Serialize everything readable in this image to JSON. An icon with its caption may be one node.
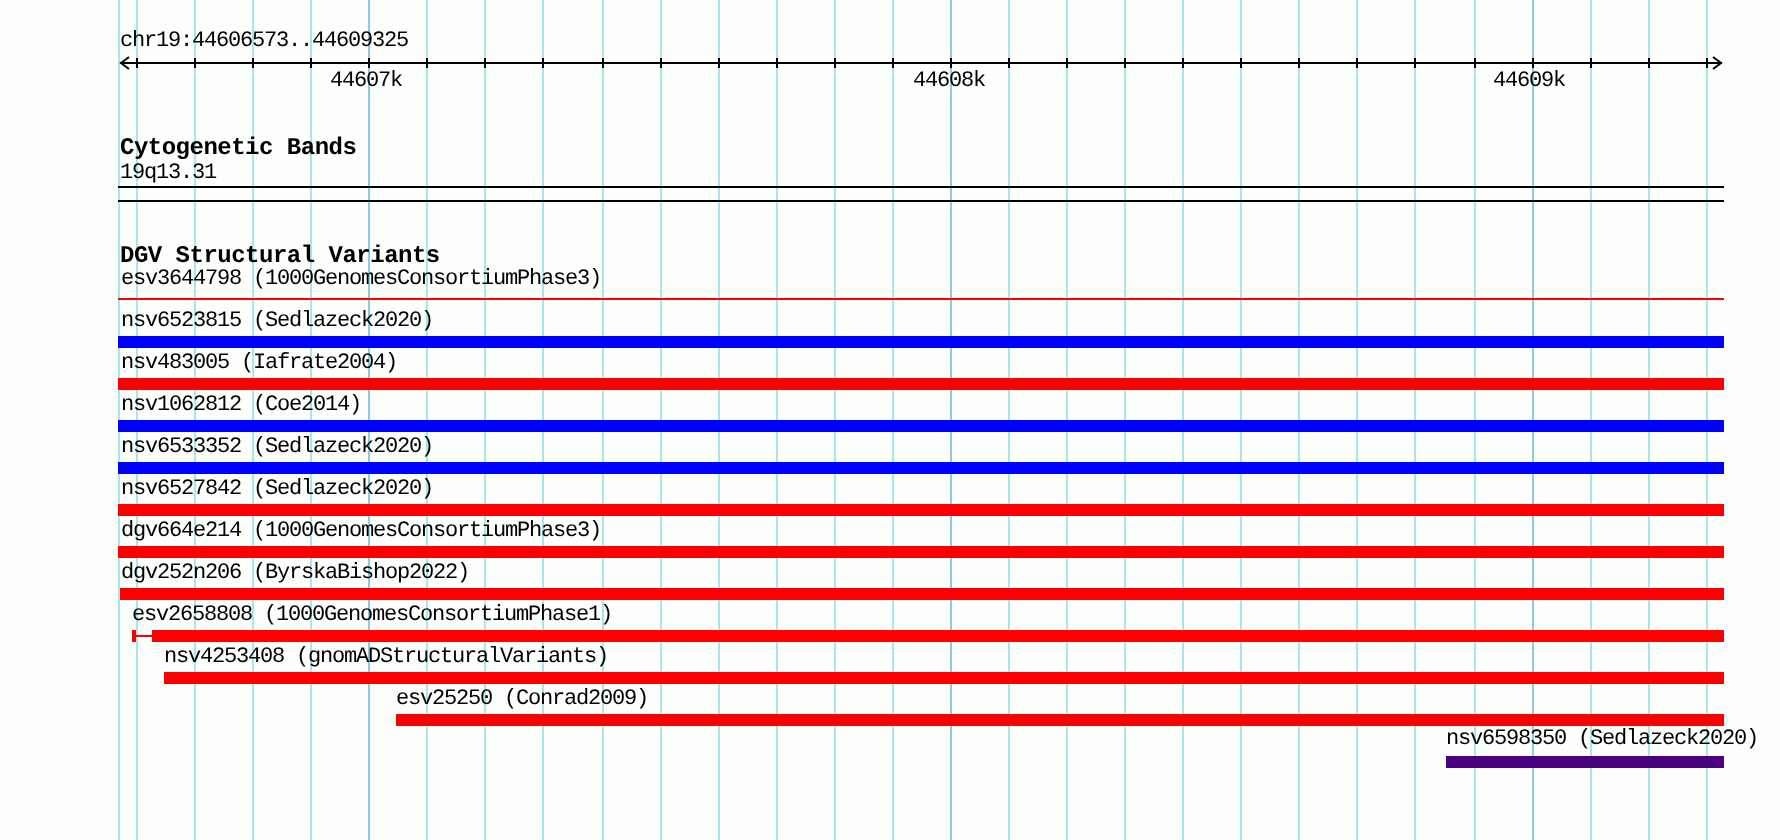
{
  "diagram": {
    "nodes": [
      {
        "text": [
          "19q13.31"
        ]
      },
      {
        "text": [
          "esv3644798 (1000GenomesConsortiumPhase3)"
        ]
      },
      {
        "text": [
          "nsv6523815 (Sedlazeck2020)"
        ]
      },
      {
        "text": [
          "nsv483005 (Iafrate2004)"
        ]
      },
      {
        "text": [
          "nsv1062812 (Coe2014)"
        ]
      },
      {
        "text": [
          "nsv6533352 (Sedlazeck2020)"
        ]
      },
      {
        "text": [
          "nsv6527842 (Sedlazeck2020)"
        ]
      },
      {
        "text": [
          "dgv664e214 (1000GenomesConsortiumPhase3)"
        ]
      },
      {
        "text": [
          "dgv252n206 (ByrskaBishop2022)"
        ]
      },
      {
        "text": [
          "esv2658808 (1000GenomesConsortiumPhase1)"
        ]
      },
      {
        "text": [
          "nsv4253408 (gnomADStructuralVariants)"
        ]
      },
      {
        "text": [
          "esv25250 (Conrad2009)"
        ]
      },
      {
        "text": [
          "nsv6598350 (Sedlazeck2020)"
        ]
      }
    ],
    "labels": [
      "chr19:44606573..44609325",
      "44607k",
      "44608k",
      "44609k",
      "Cytogenetic Bands",
      "DGV Structural Variants"
    ]
  }
}
